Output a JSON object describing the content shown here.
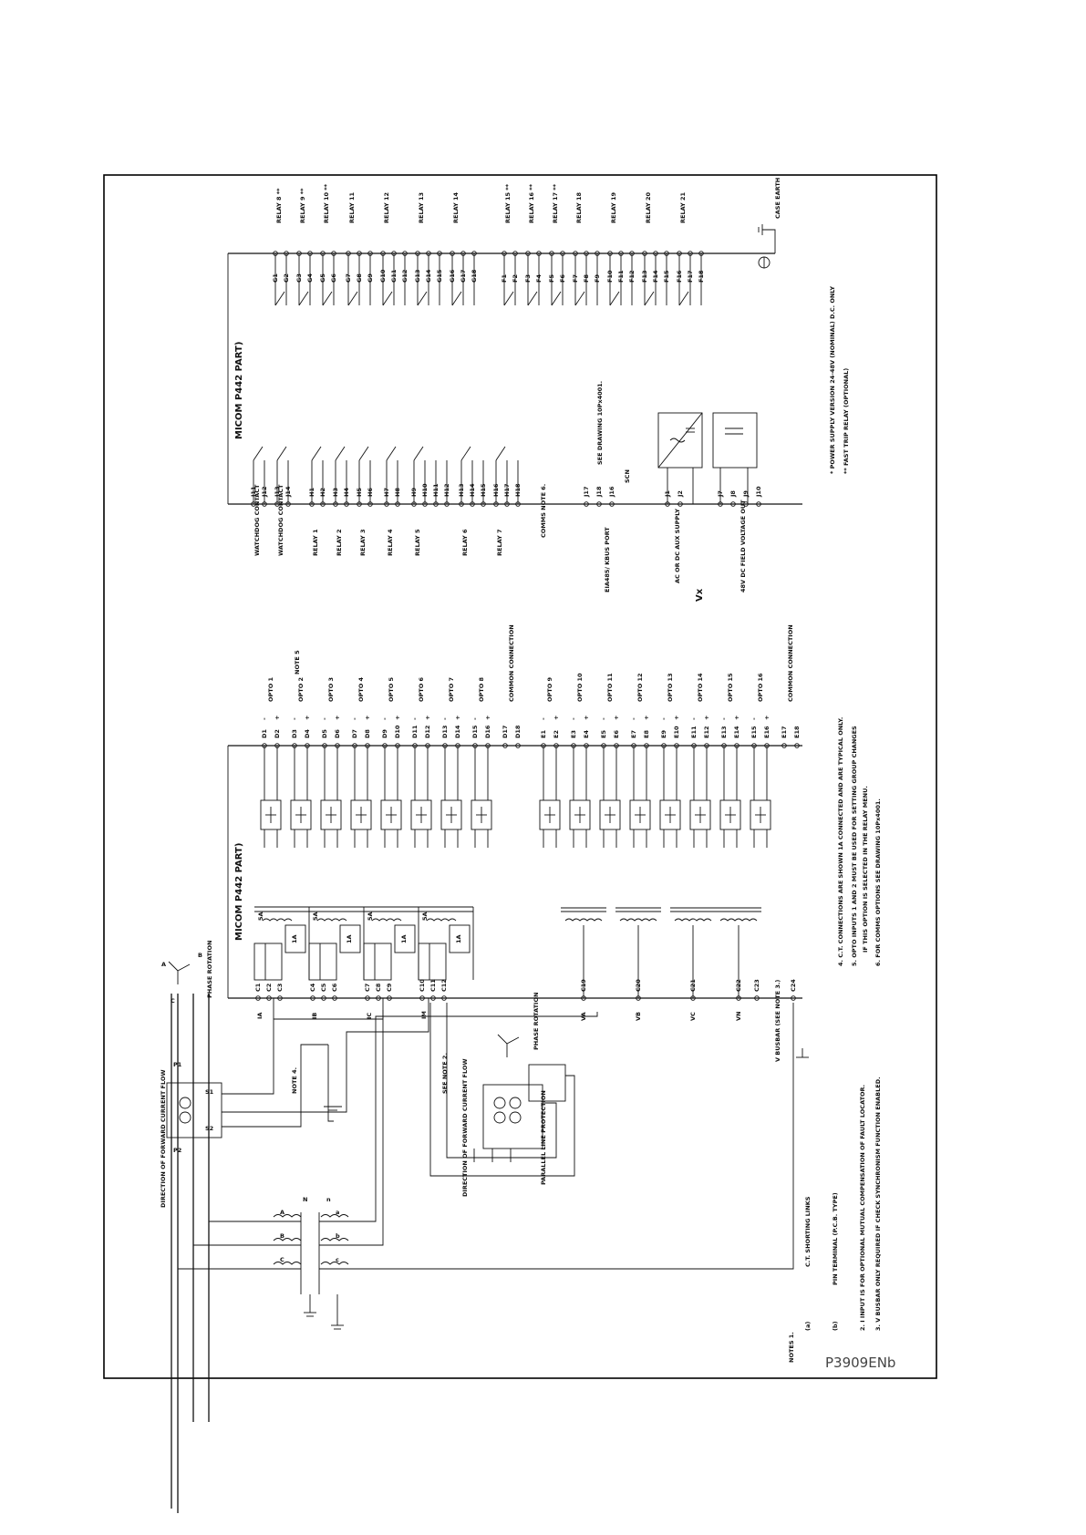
{
  "diagram": {
    "drawing_number": "P3909ENb",
    "part_titles": {
      "ct_vt_opto": "MICOM P442 PART)",
      "relays": "MICOM P442 PART)"
    },
    "direction_labels": [
      "DIRECTION OF FORWARD CURRENT FLOW",
      "DIRECTION OF FORWARD CURRENT FLOW"
    ],
    "phase_rotation": "PHASE ROTATION",
    "phases": [
      "A",
      "B",
      "C"
    ],
    "ct_labels": [
      "P1",
      "P2",
      "S1",
      "S2"
    ],
    "parallel_line": "PARALLEL LINE PROTECTION",
    "see_note_2": "SEE NOTE 2.",
    "note_4": "NOTE 4.",
    "vt_letters": [
      "A",
      "B",
      "C",
      "N",
      "a",
      "b",
      "c",
      "n"
    ],
    "ct_terminals": [
      {
        "pair": [
          "C1",
          "C2",
          "C3"
        ],
        "signal": "IA"
      },
      {
        "pair": [
          "C4",
          "C5",
          "C6"
        ],
        "signal": "IB"
      },
      {
        "pair": [
          "C7",
          "C8",
          "C9"
        ],
        "signal": "IC"
      },
      {
        "pair": [
          "C10",
          "C11",
          "C12"
        ],
        "signal": "IM"
      }
    ],
    "ct_ratings": [
      "5A",
      "1A"
    ],
    "vt_terminals": [
      {
        "terminal": "C19",
        "signal": "VA"
      },
      {
        "terminal": "C20",
        "signal": "VB"
      },
      {
        "terminal": "C21",
        "signal": "VC"
      },
      {
        "terminal": "C22",
        "signal": "VN"
      },
      {
        "terminal": "C23",
        "signal": ""
      },
      {
        "terminal": "C24",
        "signal": ""
      }
    ],
    "v_busbar": "V BUSBAR (SEE NOTE 3.)",
    "opto_group_d": [
      {
        "terminals": [
          "D1",
          "D2"
        ],
        "label": "OPTO 1"
      },
      {
        "terminals": [
          "D3",
          "D4"
        ],
        "label": "OPTO 2"
      },
      {
        "terminals": [
          "D5",
          "D6"
        ],
        "label": "OPTO 3"
      },
      {
        "terminals": [
          "D7",
          "D8"
        ],
        "label": "OPTO 4"
      },
      {
        "terminals": [
          "D9",
          "D10"
        ],
        "label": "OPTO 5"
      },
      {
        "terminals": [
          "D11",
          "D12"
        ],
        "label": "OPTO 6"
      },
      {
        "terminals": [
          "D13",
          "D14"
        ],
        "label": "OPTO 7"
      },
      {
        "terminals": [
          "D15",
          "D16"
        ],
        "label": "OPTO 8"
      }
    ],
    "opto_common_d": {
      "terminals": [
        "D17",
        "D18"
      ],
      "label": "COMMON CONNECTION"
    },
    "opto_group_e": [
      {
        "terminals": [
          "E1",
          "E2"
        ],
        "label": "OPTO 9"
      },
      {
        "terminals": [
          "E3",
          "E4"
        ],
        "label": "OPTO 10"
      },
      {
        "terminals": [
          "E5",
          "E6"
        ],
        "label": "OPTO 11"
      },
      {
        "terminals": [
          "E7",
          "E8"
        ],
        "label": "OPTO 12"
      },
      {
        "terminals": [
          "E9",
          "E10"
        ],
        "label": "OPTO 13"
      },
      {
        "terminals": [
          "E11",
          "E12"
        ],
        "label": "OPTO 14"
      },
      {
        "terminals": [
          "E13",
          "E14"
        ],
        "label": "OPTO 15"
      },
      {
        "terminals": [
          "E15",
          "E16"
        ],
        "label": "OPTO 16"
      }
    ],
    "opto_common_e": {
      "terminals": [
        "E17",
        "E18"
      ],
      "label": "COMMON CONNECTION"
    },
    "note_5": "NOTE 5",
    "polarity": [
      "-",
      "+"
    ],
    "j_relays": [
      {
        "terminals": [
          "J11",
          "J12"
        ],
        "label": "WATCHDOG CONTACT"
      },
      {
        "terminals": [
          "J13",
          "J14"
        ],
        "label": "WATCHDOG CONTACT"
      }
    ],
    "h_relays": [
      {
        "terminals": [
          "H1",
          "H2"
        ],
        "label": "RELAY 1"
      },
      {
        "terminals": [
          "H3",
          "H4"
        ],
        "label": "RELAY 2"
      },
      {
        "terminals": [
          "H5",
          "H6"
        ],
        "label": "RELAY 3"
      },
      {
        "terminals": [
          "H7",
          "H8"
        ],
        "label": "RELAY 4"
      },
      {
        "terminals": [
          "H9",
          "H10",
          "H11",
          "H12"
        ],
        "label": "RELAY 5"
      },
      {
        "terminals": [
          "H13",
          "H14",
          "H15"
        ],
        "label": "RELAY 6"
      },
      {
        "terminals": [
          "H16",
          "H17",
          "H18"
        ],
        "label": "RELAY 7"
      }
    ],
    "comms": {
      "terminals": [
        "J17",
        "J18",
        "J16"
      ],
      "label": "EIA485/ KBUS PORT",
      "note": "COMMS NOTE 6.",
      "scn": "SCN",
      "see": "SEE DRAWING 10Px4001."
    },
    "aux_supply": {
      "terminals": [
        "J1",
        "J2"
      ],
      "label": "AC OR DC AUX SUPPLY",
      "symbol": "Vx"
    },
    "field_out": {
      "terminals": [
        "J7",
        "J8",
        "J9",
        "J10"
      ],
      "label": "48V DC FIELD VOLTAGE OUT"
    },
    "g_relays": [
      {
        "terminals": [
          "G1",
          "G2"
        ],
        "label": "RELAY 8 **"
      },
      {
        "terminals": [
          "G3",
          "G4"
        ],
        "label": "RELAY 9 **"
      },
      {
        "terminals": [
          "G5",
          "G6"
        ],
        "label": "RELAY 10 **"
      },
      {
        "terminals": [
          "G7",
          "G8",
          "G9"
        ],
        "label": "RELAY 11"
      },
      {
        "terminals": [
          "G10",
          "G11",
          "G12"
        ],
        "label": "RELAY 12"
      },
      {
        "terminals": [
          "G13",
          "G14",
          "G15"
        ],
        "label": "RELAY 13"
      },
      {
        "terminals": [
          "G16",
          "G17",
          "G18"
        ],
        "label": "RELAY 14"
      }
    ],
    "f_relays": [
      {
        "terminals": [
          "F1",
          "F2"
        ],
        "label": "RELAY 15 **"
      },
      {
        "terminals": [
          "F3",
          "F4"
        ],
        "label": "RELAY 16 **"
      },
      {
        "terminals": [
          "F5",
          "F6"
        ],
        "label": "RELAY 17 **"
      },
      {
        "terminals": [
          "F7",
          "F8",
          "F9"
        ],
        "label": "RELAY 18"
      },
      {
        "terminals": [
          "F10",
          "F11",
          "F12"
        ],
        "label": "RELAY 19"
      },
      {
        "terminals": [
          "F13",
          "F14",
          "F15"
        ],
        "label": "RELAY 20"
      },
      {
        "terminals": [
          "F16",
          "F17",
          "F18"
        ],
        "label": "RELAY 21"
      }
    ],
    "case_earth": "CASE EARTH",
    "footnotes": [
      "* POWER SUPPLY VERSION 24-48V (NOMINAL) D.C. ONLY",
      "** FAST TRIP RELAY (OPTIONAL)"
    ],
    "notes_heading": "NOTES 1.",
    "notes_left": [
      "(a)",
      "C.T. SHORTING LINKS",
      "(b)",
      "PIN TERMINAL (P.C.B. TYPE)",
      "2. I INPUT IS FOR OPTIONAL MUTUAL COMPENSATION OF FAULT LOCATOR.",
      "3. V BUSBAR ONLY REQUIRED IF CHECK SYNCHRONISM FUNCTION ENABLED."
    ],
    "notes_right": [
      "4. C.T. CONNECTIONS ARE SHOWN 1A CONNECTED AND ARE TYPICAL ONLY.",
      "5. OPTO INPUTS 1 AND 2 MUST BE USED FOR SETTING GROUP CHANGES",
      "IF THIS OPTION IS SELECTED IN THE RELAY MENU.",
      "6. FOR COMMS OPTIONS SEE DRAWING 10Px4001."
    ]
  }
}
